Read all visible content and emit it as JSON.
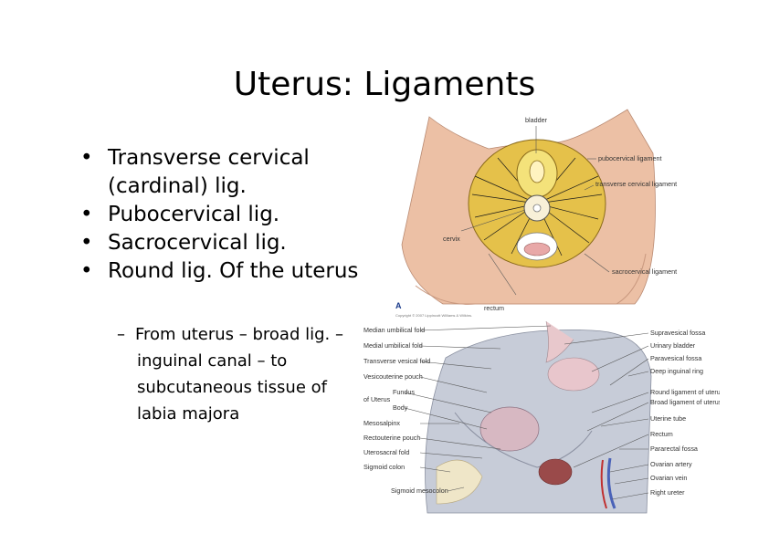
{
  "slide": {
    "title": "Uterus: Ligaments",
    "bullets": [
      "Transverse cervical (cardinal) lig.",
      "Pubocervical lig.",
      "Sacrocervical lig.",
      "Round lig. Of the uterus"
    ],
    "sub_bullet": "From uterus – broad lig. – inguinal canal – to subcutaneous tissue of labia majora",
    "bullet_glyph": "•",
    "dash_glyph": "–"
  },
  "figure_top": {
    "labels": {
      "bladder": "bladder",
      "pubocervical": "pubocervical ligament",
      "transverse": "transverse cervical ligament",
      "cervix": "cervix",
      "sacrocervical": "sacrocervical ligament",
      "rectum": "rectum"
    },
    "panel_letter": "A",
    "copyright": "Copyright © 2007 Lippincott Williams & Wilkins."
  },
  "figure_bottom": {
    "left_labels": [
      "Median umbilical fold",
      "Medial umbilical fold",
      "Transverse vesical fold",
      "Vesicouterine pouch",
      "Fundus",
      "Body",
      "Mesosalpinx",
      "Rectouterine pouch",
      "Uterosacral fold",
      "Sigmoid colon",
      "Sigmoid mesocolon"
    ],
    "of_uterus": "of Uterus",
    "right_labels": [
      "Supravesical fossa",
      "Urinary bladder",
      "Paravesical fossa",
      "Deep inguinal ring",
      "Round ligament of uterus",
      "Broad ligament of uterus",
      "Uterine tube",
      "Rectum",
      "Pararectal fossa",
      "Ovarian artery",
      "Ovarian vein",
      "Right ureter"
    ]
  }
}
